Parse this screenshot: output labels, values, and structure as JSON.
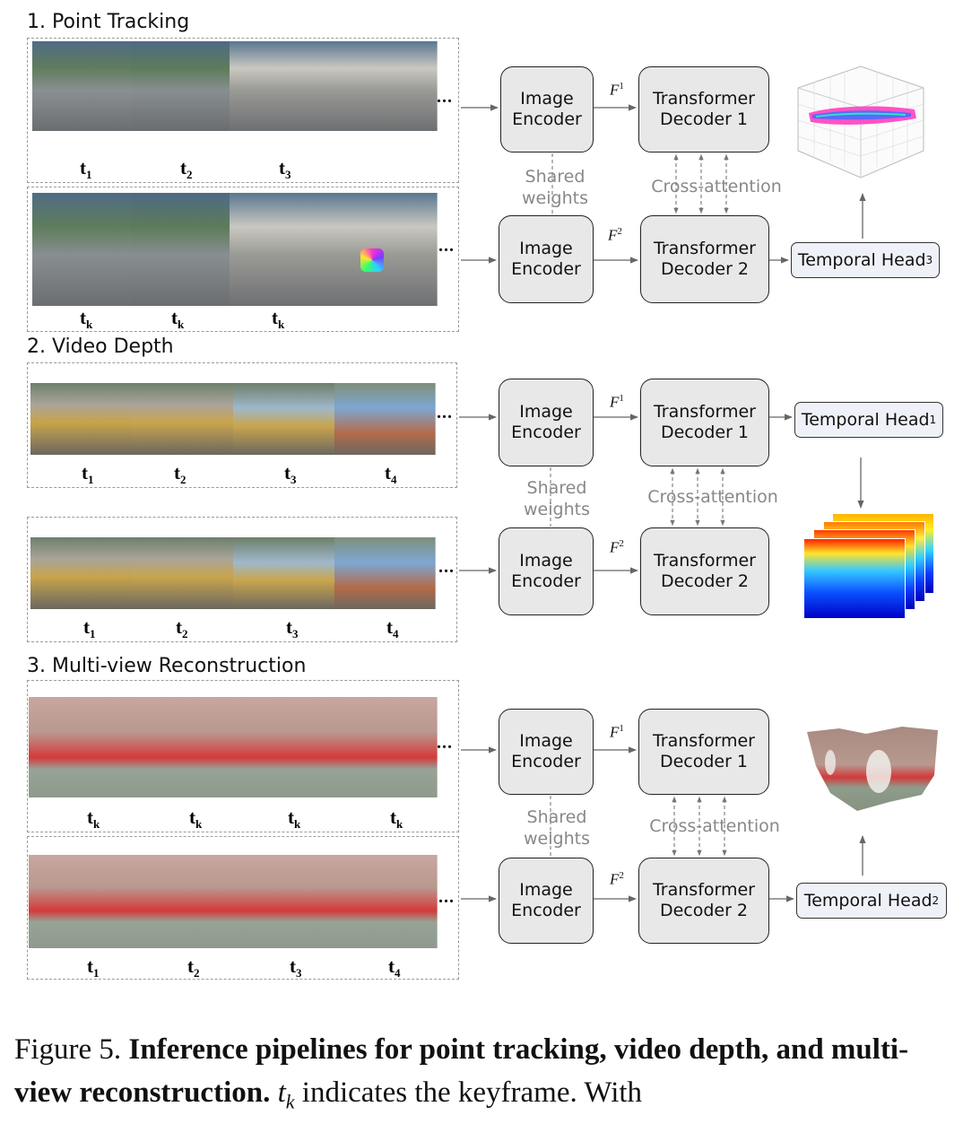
{
  "sections": {
    "tracking": {
      "title": "1. Point Tracking",
      "row1_labels": [
        "t1",
        "t2",
        "t3"
      ],
      "row2_labels": [
        "tk",
        "tk",
        "tk"
      ]
    },
    "depth": {
      "title": "2. Video Depth",
      "row1_labels": [
        "t1",
        "t2",
        "t3",
        "t4"
      ],
      "row2_labels": [
        "t1",
        "t2",
        "t3",
        "t4"
      ]
    },
    "recon": {
      "title": "3. Multi-view Reconstruction",
      "row1_labels": [
        "tk",
        "tk",
        "tk",
        "tk"
      ],
      "row2_labels": [
        "t1",
        "t2",
        "t3",
        "t4"
      ]
    }
  },
  "labels": {
    "ellipsis": "...",
    "image_encoder": "Image\nEncoder",
    "decoder1": "Transformer\nDecoder 1",
    "decoder2": "Transformer\nDecoder 2",
    "shared_weights": "Shared\nweights",
    "cross_attention": "Cross-attention",
    "f_symbol": "F",
    "f1_sup": "1",
    "f2_sup": "2",
    "temporal_head": "Temporal Head",
    "head3_sub": "3",
    "head1_sub": "1",
    "head2_sub": "2"
  },
  "caption": {
    "figure": "Figure 5.",
    "bold": "Inference pipelines for point tracking, video depth, and multi-view reconstruction.",
    "var": "t",
    "var_sub": "k",
    "rest": "indicates the keyframe. With"
  },
  "colors": {
    "box_fill": "#e8e8e8",
    "head_fill": "#eef1f7",
    "dashed": "#9a9a9a",
    "gray_text": "#888888"
  }
}
